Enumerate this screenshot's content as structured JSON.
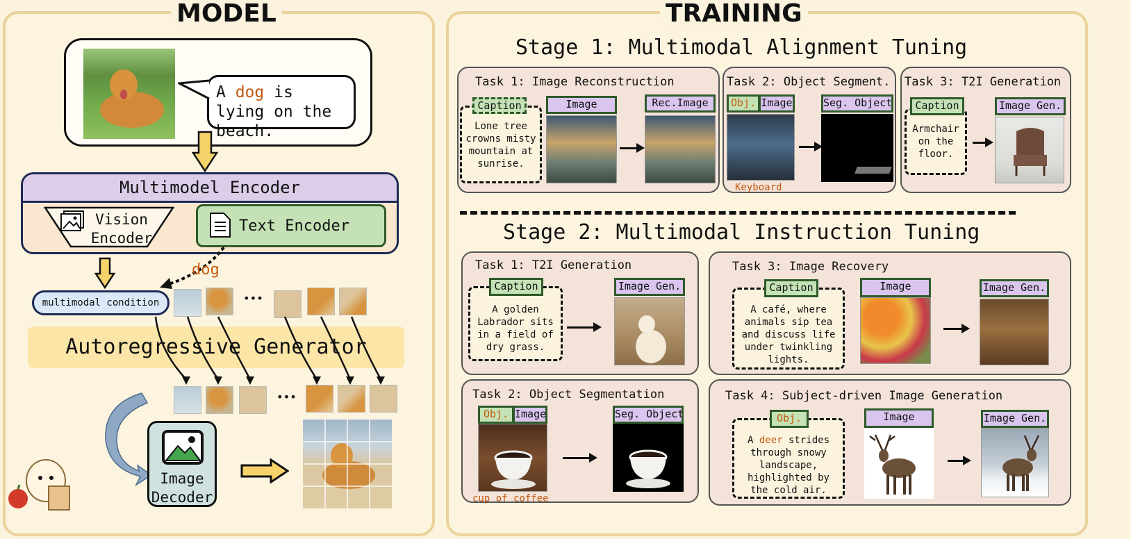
{
  "model": {
    "title": "MODEL",
    "speech_before": "A ",
    "speech_highlight": "dog",
    "speech_after": " is lying on the beach.",
    "encoder_title": "Multimodel Encoder",
    "vision_encoder": "Vision Encoder",
    "text_encoder": "Text Encoder",
    "text_token": "dog",
    "condition": "multimodal condition",
    "generator": "Autoregressive Generator",
    "ellipsis": "•••",
    "decoder": "Image Decoder"
  },
  "training": {
    "title": "TRAINING",
    "stage1": {
      "title": "Stage 1: Multimodal Alignment Tuning",
      "task1": {
        "title": "Task 1: Image Reconstruction",
        "caption_tag": "Caption",
        "caption": "Lone tree crowns misty mountain at sunrise.",
        "image_tag": "Image",
        "output_tag": "Rec.Image"
      },
      "task2": {
        "title": "Task 2: Object Segment.",
        "obj_tag": "Obj.",
        "image_tag": "Image",
        "output_tag": "Seg. Object",
        "obj_label": "Keyboard"
      },
      "task3": {
        "title": "Task 3: T2I Generation",
        "caption_tag": "Caption",
        "caption": "Armchair on the floor.",
        "output_tag": "Image Gen."
      }
    },
    "stage2": {
      "title": "Stage 2: Multimodal Instruction Tuning",
      "task1": {
        "title": "Task 1: T2I Generation",
        "caption_tag": "Caption",
        "caption": "A golden Labrador sits in a field of dry grass.",
        "output_tag": "Image Gen."
      },
      "task2": {
        "title": "Task 2: Object Segmentation",
        "obj_tag": "Obj.",
        "image_tag": "Image",
        "output_tag": "Seg. Object",
        "obj_label": "cup of coffee"
      },
      "task3": {
        "title": "Task 3: Image Recovery",
        "caption_tag": "Caption",
        "caption": "A café, where animals sip tea and discuss life under twinkling lights.",
        "image_tag": "Image",
        "output_tag": "Image Gen."
      },
      "task4": {
        "title": "Task 4: Subject-driven Image Generation",
        "obj_tag": "Obj.",
        "caption_before": "A ",
        "caption_highlight": "deer",
        "caption_after": " strides through snowy landscape, highlighted by the cold air.",
        "image_tag": "Image",
        "output_tag": "Image Gen."
      }
    }
  },
  "colors": {
    "panel_border": "#ead29a",
    "purple_tag": "#d9c5ee",
    "green_tag": "#c4e2b5",
    "highlight": "#c55a11",
    "generator": "#fbe6a8"
  }
}
